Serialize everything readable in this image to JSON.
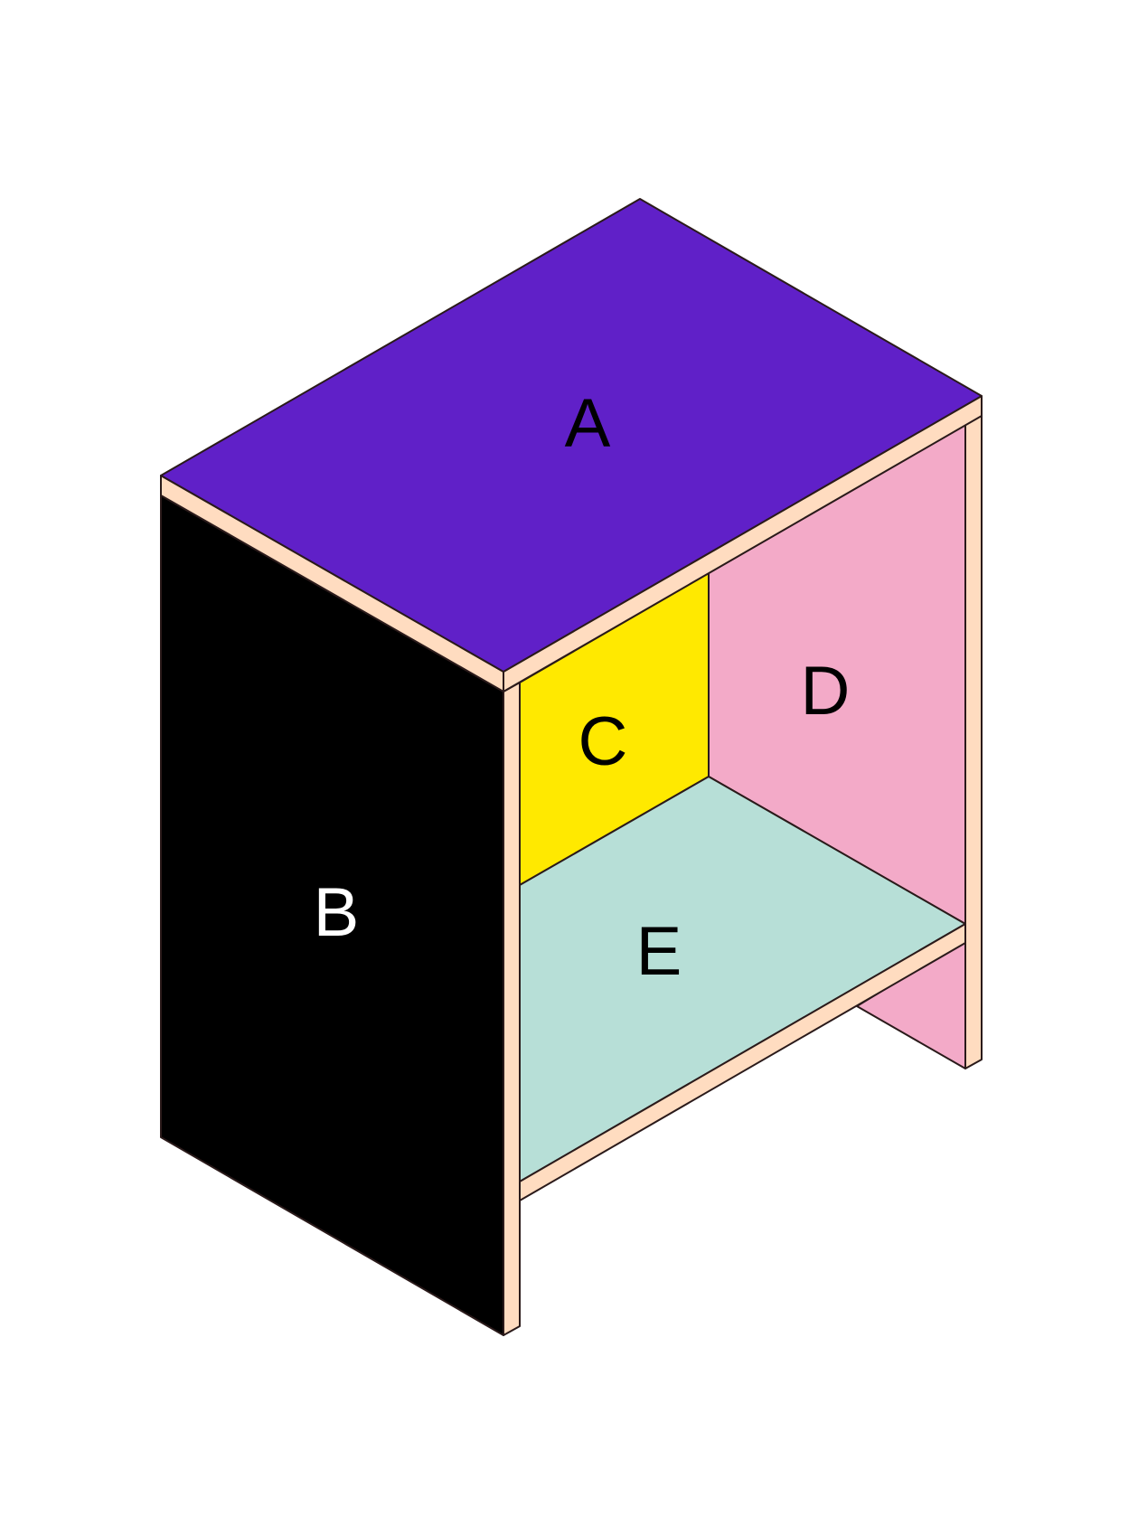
{
  "colors": {
    "background": "#ffffff",
    "top_panel": "#6020c8",
    "side_panel": "#000000",
    "back_left_panel": "#ffe900",
    "back_right_panel": "#f3aac8",
    "shelf_panel": "#b7dfd7",
    "edge_banding": "#ffdcc0",
    "outline": "#2a1a1a"
  },
  "panels": {
    "top": {
      "label": "A",
      "label_color": "#000000"
    },
    "side": {
      "label": "B",
      "label_color": "#ffffff"
    },
    "back_left": {
      "label": "C",
      "label_color": "#000000"
    },
    "back_right": {
      "label": "D",
      "label_color": "#000000"
    },
    "shelf": {
      "label": "E",
      "label_color": "#000000"
    }
  }
}
